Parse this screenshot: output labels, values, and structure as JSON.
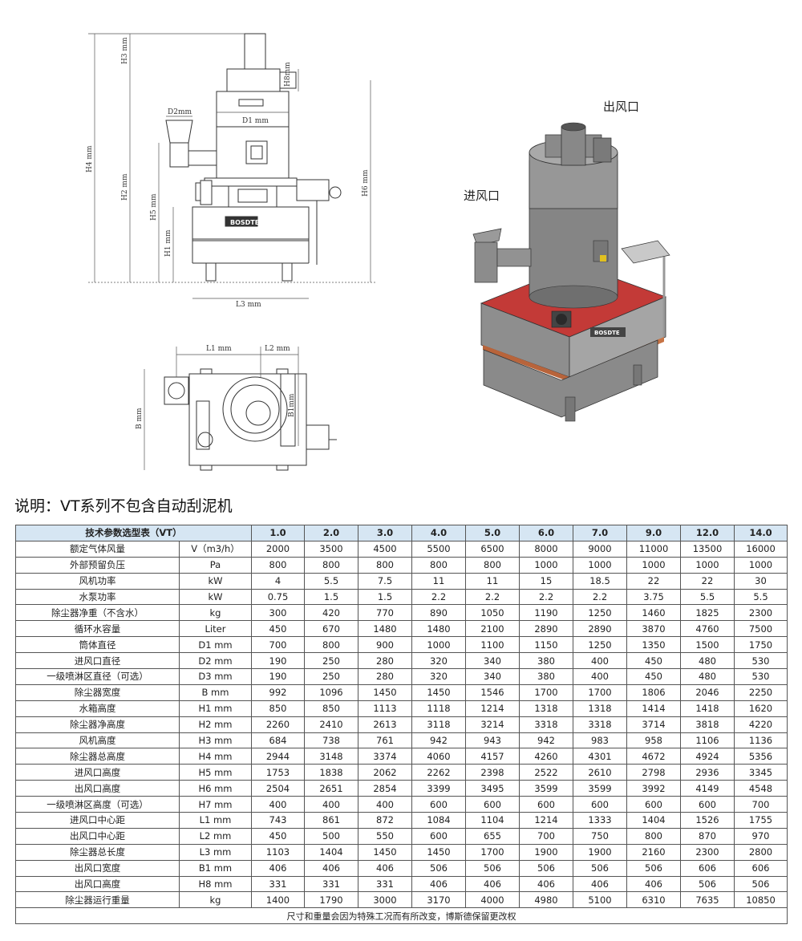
{
  "drawing_labels": {
    "front_view": {
      "h3": "H3 mm",
      "h8": "H8mm",
      "h4": "H4 mm",
      "h2": "H2 mm",
      "h5": "H5 mm",
      "h1": "H1 mm",
      "h6": "H6 mm",
      "d1": "D1 mm",
      "d2": "D2mm",
      "l3": "L3 mm",
      "logo": "BOSDTE"
    },
    "top_view": {
      "l1": "L1 mm",
      "l2": "L2 mm",
      "b": "B mm",
      "b1": "B1mm"
    },
    "isometric": {
      "outlet": "出风口",
      "inlet": "进风口",
      "logo": "BOSDTE"
    }
  },
  "note": "说明：VT系列不包含自动刮泥机",
  "table": {
    "header_label": "技术参数选型表（VT）",
    "models": [
      "1.0",
      "2.0",
      "3.0",
      "4.0",
      "5.0",
      "6.0",
      "7.0",
      "9.0",
      "12.0",
      "14.0"
    ],
    "rows": [
      {
        "name": "额定气体风量",
        "unit": "V（m3/h）",
        "values": [
          "2000",
          "3500",
          "4500",
          "5500",
          "6500",
          "8000",
          "9000",
          "11000",
          "13500",
          "16000"
        ]
      },
      {
        "name": "外部预留负压",
        "unit": "Pa",
        "values": [
          "800",
          "800",
          "800",
          "800",
          "800",
          "1000",
          "1000",
          "1000",
          "1000",
          "1000"
        ]
      },
      {
        "name": "风机功率",
        "unit": "kW",
        "values": [
          "4",
          "5.5",
          "7.5",
          "11",
          "11",
          "15",
          "18.5",
          "22",
          "22",
          "30"
        ]
      },
      {
        "name": "水泵功率",
        "unit": "kW",
        "values": [
          "0.75",
          "1.5",
          "1.5",
          "2.2",
          "2.2",
          "2.2",
          "2.2",
          "3.75",
          "5.5",
          "5.5"
        ]
      },
      {
        "name": "除尘器净重（不含水）",
        "unit": "kg",
        "values": [
          "300",
          "420",
          "770",
          "890",
          "1050",
          "1190",
          "1250",
          "1460",
          "1825",
          "2300"
        ]
      },
      {
        "name": "循环水容量",
        "unit": "Liter",
        "values": [
          "450",
          "670",
          "1480",
          "1480",
          "2100",
          "2890",
          "2890",
          "3870",
          "4760",
          "7500"
        ]
      },
      {
        "name": "筒体直径",
        "unit": "D1 mm",
        "values": [
          "700",
          "800",
          "900",
          "1000",
          "1100",
          "1150",
          "1250",
          "1350",
          "1500",
          "1750"
        ]
      },
      {
        "name": "进风口直径",
        "unit": "D2 mm",
        "values": [
          "190",
          "250",
          "280",
          "320",
          "340",
          "380",
          "400",
          "450",
          "480",
          "530"
        ]
      },
      {
        "name": "一级喷淋区直径（可选）",
        "unit": "D3 mm",
        "values": [
          "190",
          "250",
          "280",
          "320",
          "340",
          "380",
          "400",
          "450",
          "480",
          "530"
        ]
      },
      {
        "name": "除尘器宽度",
        "unit": "B mm",
        "values": [
          "992",
          "1096",
          "1450",
          "1450",
          "1546",
          "1700",
          "1700",
          "1806",
          "2046",
          "2250"
        ]
      },
      {
        "name": "水箱高度",
        "unit": "H1 mm",
        "values": [
          "850",
          "850",
          "1113",
          "1118",
          "1214",
          "1318",
          "1318",
          "1414",
          "1418",
          "1620"
        ]
      },
      {
        "name": "除尘器净高度",
        "unit": "H2 mm",
        "values": [
          "2260",
          "2410",
          "2613",
          "3118",
          "3214",
          "3318",
          "3318",
          "3714",
          "3818",
          "4220"
        ]
      },
      {
        "name": "风机高度",
        "unit": "H3 mm",
        "values": [
          "684",
          "738",
          "761",
          "942",
          "943",
          "942",
          "983",
          "958",
          "1106",
          "1136"
        ]
      },
      {
        "name": "除尘器总高度",
        "unit": "H4 mm",
        "values": [
          "2944",
          "3148",
          "3374",
          "4060",
          "4157",
          "4260",
          "4301",
          "4672",
          "4924",
          "5356"
        ]
      },
      {
        "name": "进风口高度",
        "unit": "H5 mm",
        "values": [
          "1753",
          "1838",
          "2062",
          "2262",
          "2398",
          "2522",
          "2610",
          "2798",
          "2936",
          "3345"
        ]
      },
      {
        "name": "出风口高度",
        "unit": "H6 mm",
        "values": [
          "2504",
          "2651",
          "2854",
          "3399",
          "3495",
          "3599",
          "3599",
          "3992",
          "4149",
          "4548"
        ]
      },
      {
        "name": "一级喷淋区高度（可选）",
        "unit": "H7 mm",
        "values": [
          "400",
          "400",
          "400",
          "600",
          "600",
          "600",
          "600",
          "600",
          "600",
          "700"
        ]
      },
      {
        "name": "进风口中心距",
        "unit": "L1 mm",
        "values": [
          "743",
          "861",
          "872",
          "1084",
          "1104",
          "1214",
          "1333",
          "1404",
          "1526",
          "1755"
        ]
      },
      {
        "name": "出风口中心距",
        "unit": "L2 mm",
        "values": [
          "450",
          "500",
          "550",
          "600",
          "655",
          "700",
          "750",
          "800",
          "870",
          "970"
        ]
      },
      {
        "name": "除尘器总长度",
        "unit": "L3 mm",
        "values": [
          "1103",
          "1404",
          "1450",
          "1450",
          "1700",
          "1900",
          "1900",
          "2160",
          "2300",
          "2800"
        ]
      },
      {
        "name": "出风口宽度",
        "unit": "B1 mm",
        "values": [
          "406",
          "406",
          "406",
          "506",
          "506",
          "506",
          "506",
          "506",
          "606",
          "606"
        ]
      },
      {
        "name": "出风口高度",
        "unit": "H8 mm",
        "values": [
          "331",
          "331",
          "331",
          "406",
          "406",
          "406",
          "406",
          "406",
          "506",
          "506"
        ]
      },
      {
        "name": "除尘器运行重量",
        "unit": "kg",
        "values": [
          "1400",
          "1790",
          "3000",
          "3170",
          "4000",
          "4980",
          "5100",
          "6310",
          "7635",
          "10850"
        ]
      }
    ],
    "footer": "尺寸和重量会因为特殊工况而有所改变，博斯德保留更改权"
  }
}
